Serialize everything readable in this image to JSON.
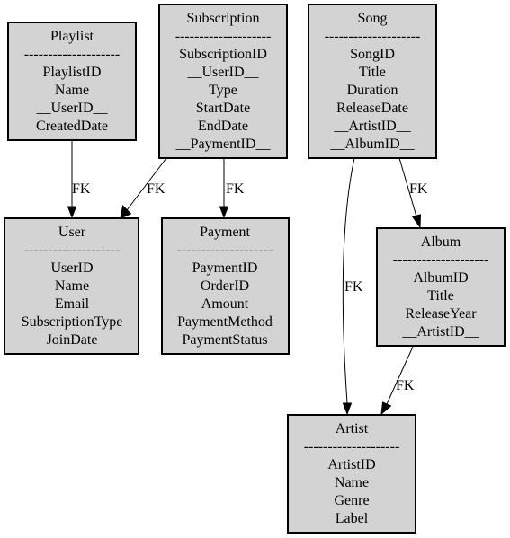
{
  "diagram": {
    "entities": {
      "playlist": {
        "title": "Playlist",
        "separator": "--------------------",
        "fields": [
          "PlaylistID",
          "Name",
          "__UserID__",
          "CreatedDate"
        ]
      },
      "subscription": {
        "title": "Subscription",
        "separator": "--------------------",
        "fields": [
          "SubscriptionID",
          "__UserID__",
          "Type",
          "StartDate",
          "EndDate",
          "__PaymentID__"
        ]
      },
      "song": {
        "title": "Song",
        "separator": "--------------------",
        "fields": [
          "SongID",
          "Title",
          "Duration",
          "ReleaseDate",
          "__ArtistID__",
          "__AlbumID__"
        ]
      },
      "user": {
        "title": "User",
        "separator": "--------------------",
        "fields": [
          "UserID",
          "Name",
          "Email",
          "SubscriptionType",
          "JoinDate"
        ]
      },
      "payment": {
        "title": "Payment",
        "separator": "--------------------",
        "fields": [
          "PaymentID",
          "OrderID",
          "Amount",
          "PaymentMethod",
          "PaymentStatus"
        ]
      },
      "album": {
        "title": "Album",
        "separator": "--------------------",
        "fields": [
          "AlbumID",
          "Title",
          "ReleaseYear",
          "__ArtistID__"
        ]
      },
      "artist": {
        "title": "Artist",
        "separator": "--------------------",
        "fields": [
          "ArtistID",
          "Name",
          "Genre",
          "Label"
        ]
      }
    },
    "relationships": [
      {
        "from": "Playlist",
        "to": "User",
        "label": "FK"
      },
      {
        "from": "Subscription",
        "to": "User",
        "label": "FK"
      },
      {
        "from": "Subscription",
        "to": "Payment",
        "label": "FK"
      },
      {
        "from": "Song",
        "to": "Album",
        "label": "FK"
      },
      {
        "from": "Song",
        "to": "Artist",
        "label": "FK"
      },
      {
        "from": "Album",
        "to": "Artist",
        "label": "FK"
      }
    ]
  }
}
